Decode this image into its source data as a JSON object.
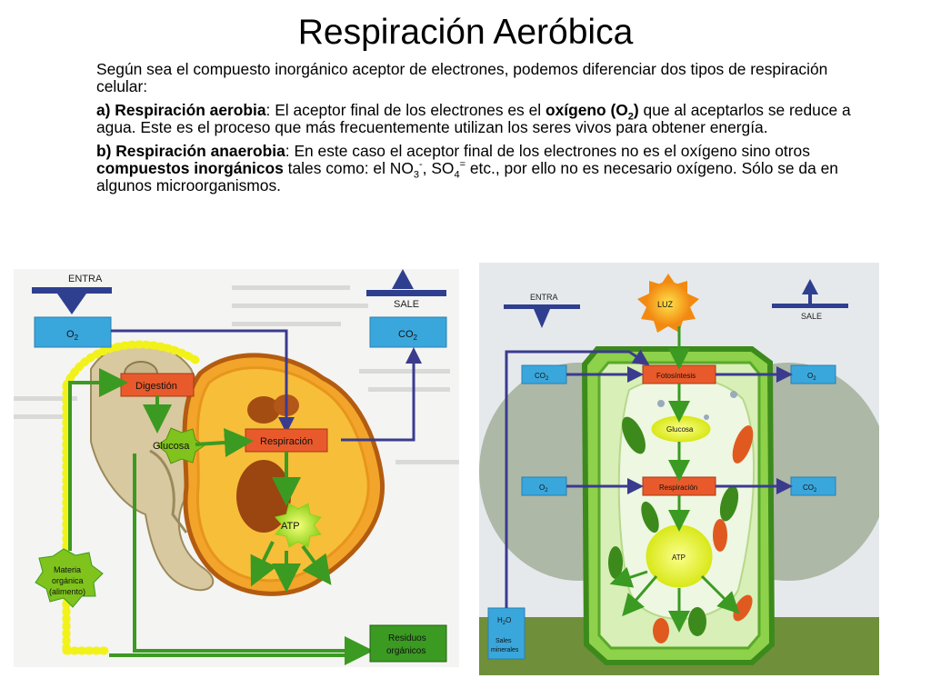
{
  "slide": {
    "title": "Respiración Aeróbica",
    "intro": "Según sea el compuesto inorgánico aceptor de electrones, podemos diferenciar dos tipos de respiración celular:",
    "aerobic": {
      "term": "a) Respiración aerobia",
      "text1": ": El aceptor final de los electrones es el ",
      "oxygen": "oxígeno (O",
      "oxygen_sub": "2",
      "oxygen_close": ")",
      "text2": " que al aceptarlos se reduce a agua. Este es el proceso que más frecuentemente utilizan los seres vivos para obtener energía."
    },
    "anaerobic": {
      "term": "b) Respiración anaerobia",
      "text1": ": En este caso el aceptor final de los electrones no es el oxígeno sino otros ",
      "compounds": "compuestos inorgánicos",
      "text2": " tales como: el NO",
      "no3_sub": "3",
      "no3_sup": "-",
      "text3": ", SO",
      "so4_sub": "4",
      "so4_sup": "=",
      "text4": " etc., por ello no es necesario oxígeno. Sólo se da en algunos microorganismos."
    }
  },
  "diagram_left": {
    "entra": "ENTRA",
    "sale": "SALE",
    "o2": "O",
    "o2_sub": "2",
    "co2": "CO",
    "co2_sub": "2",
    "digestion": "Digestión",
    "glucosa": "Glucosa",
    "respiracion": "Respiración",
    "atp": "ATP",
    "materia_1": "Materia",
    "materia_2": "orgánica",
    "materia_3": "(alimento)",
    "residuos_1": "Residuos",
    "residuos_2": "orgánicos"
  },
  "diagram_right": {
    "entra": "ENTRA",
    "sale": "SALE",
    "luz": "LUZ",
    "co2": "CO",
    "co2_sub": "2",
    "o2": "O",
    "o2_sub": "2",
    "fotosintesis": "Fotosíntesis",
    "glucosa": "Glucosa",
    "respiracion": "Respiración",
    "atp": "ATP",
    "h2o": "H",
    "h2o_sub": "2",
    "h2o_end": "O",
    "sales_1": "Sales",
    "sales_2": "minerales"
  },
  "colors": {
    "blue_box": "#3aa7dc",
    "red_box": "#e85a2c",
    "green_arrow": "#3b9a22",
    "navy_arrow": "#3b3b8e",
    "yellow": "#f2f21a",
    "orange_cell": "#f0a020"
  }
}
